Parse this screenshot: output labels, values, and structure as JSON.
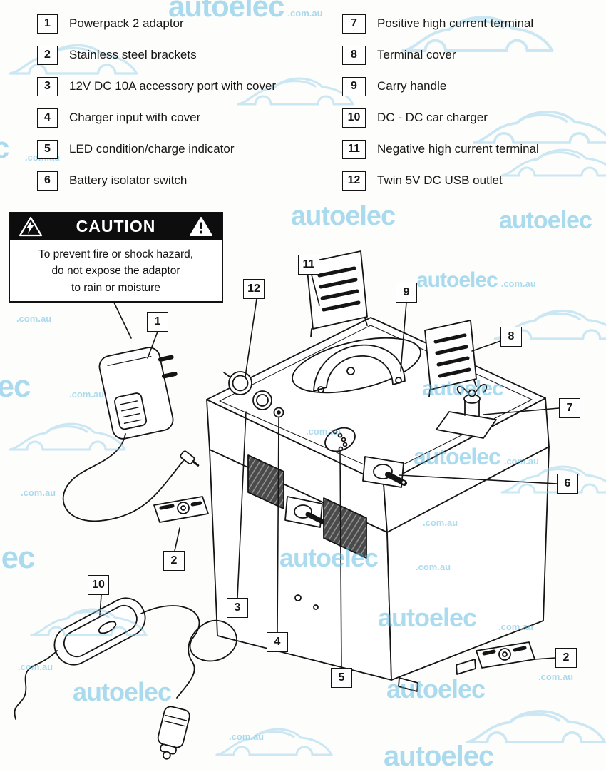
{
  "watermark": {
    "word": "autoelec",
    "suffix": ".com.au",
    "color": "#58b8e0"
  },
  "legend": {
    "left": [
      {
        "num": "1",
        "label": "Powerpack 2 adaptor"
      },
      {
        "num": "2",
        "label": "Stainless steel brackets"
      },
      {
        "num": "3",
        "label": "12V DC 10A accessory port with cover"
      },
      {
        "num": "4",
        "label": "Charger input with cover"
      },
      {
        "num": "5",
        "label": "LED condition/charge indicator"
      },
      {
        "num": "6",
        "label": "Battery isolator switch"
      }
    ],
    "right": [
      {
        "num": "7",
        "label": "Positive high current terminal"
      },
      {
        "num": "8",
        "label": "Terminal cover"
      },
      {
        "num": "9",
        "label": "Carry handle"
      },
      {
        "num": "10",
        "label": "DC - DC car charger"
      },
      {
        "num": "11",
        "label": "Negative high current terminal"
      },
      {
        "num": "12",
        "label": "Twin 5V DC USB outlet"
      }
    ]
  },
  "caution": {
    "title": "CAUTION",
    "line1": "To prevent fire or shock hazard,",
    "line2": "do not expose the adaptor",
    "line3": "to rain or moisture"
  },
  "callouts": {
    "c1": "1",
    "c2": "2",
    "c3": "3",
    "c4": "4",
    "c5": "5",
    "c6": "6",
    "c7": "7",
    "c8": "8",
    "c9": "9",
    "c10": "10",
    "c11": "11",
    "c12": "12"
  }
}
